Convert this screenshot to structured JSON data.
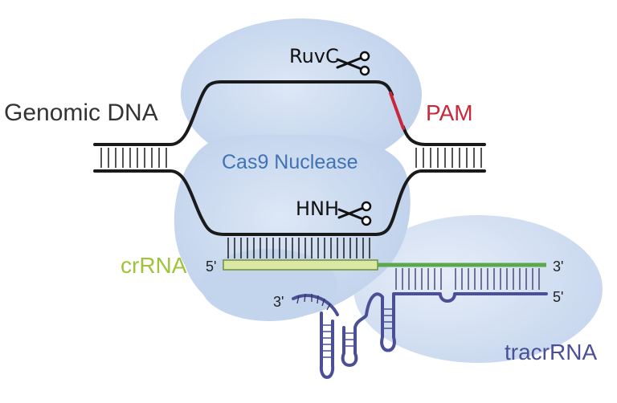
{
  "labels": {
    "genomic_dna": "Genomic DNA",
    "pam": "PAM",
    "ruvc": "RuvC",
    "hnh": "HNH",
    "cas9": "Cas9 Nuclease",
    "crrna": "crRNA",
    "tracrrna": "tracrRNA",
    "crrna_5prime": "5'",
    "crrna_3prime": "3'",
    "tracr_5prime": "5'",
    "tracr_3prime": "3'"
  },
  "icons": {
    "ruvc_cut": "scissors-icon",
    "hnh_cut": "scissors-icon"
  },
  "colors": {
    "protein": "#c9d8ef",
    "dna": "#1a1a1a",
    "pam": "#c8283a",
    "crrna_spacer": "#dbe8a3",
    "crrna_repeat": "#5aa84a",
    "tracrrna": "#4a4f96",
    "cas9_text": "#3f73b3",
    "crrna_text": "#9fc43a",
    "tracr_text": "#4a4f96",
    "label_text": "#333333"
  }
}
